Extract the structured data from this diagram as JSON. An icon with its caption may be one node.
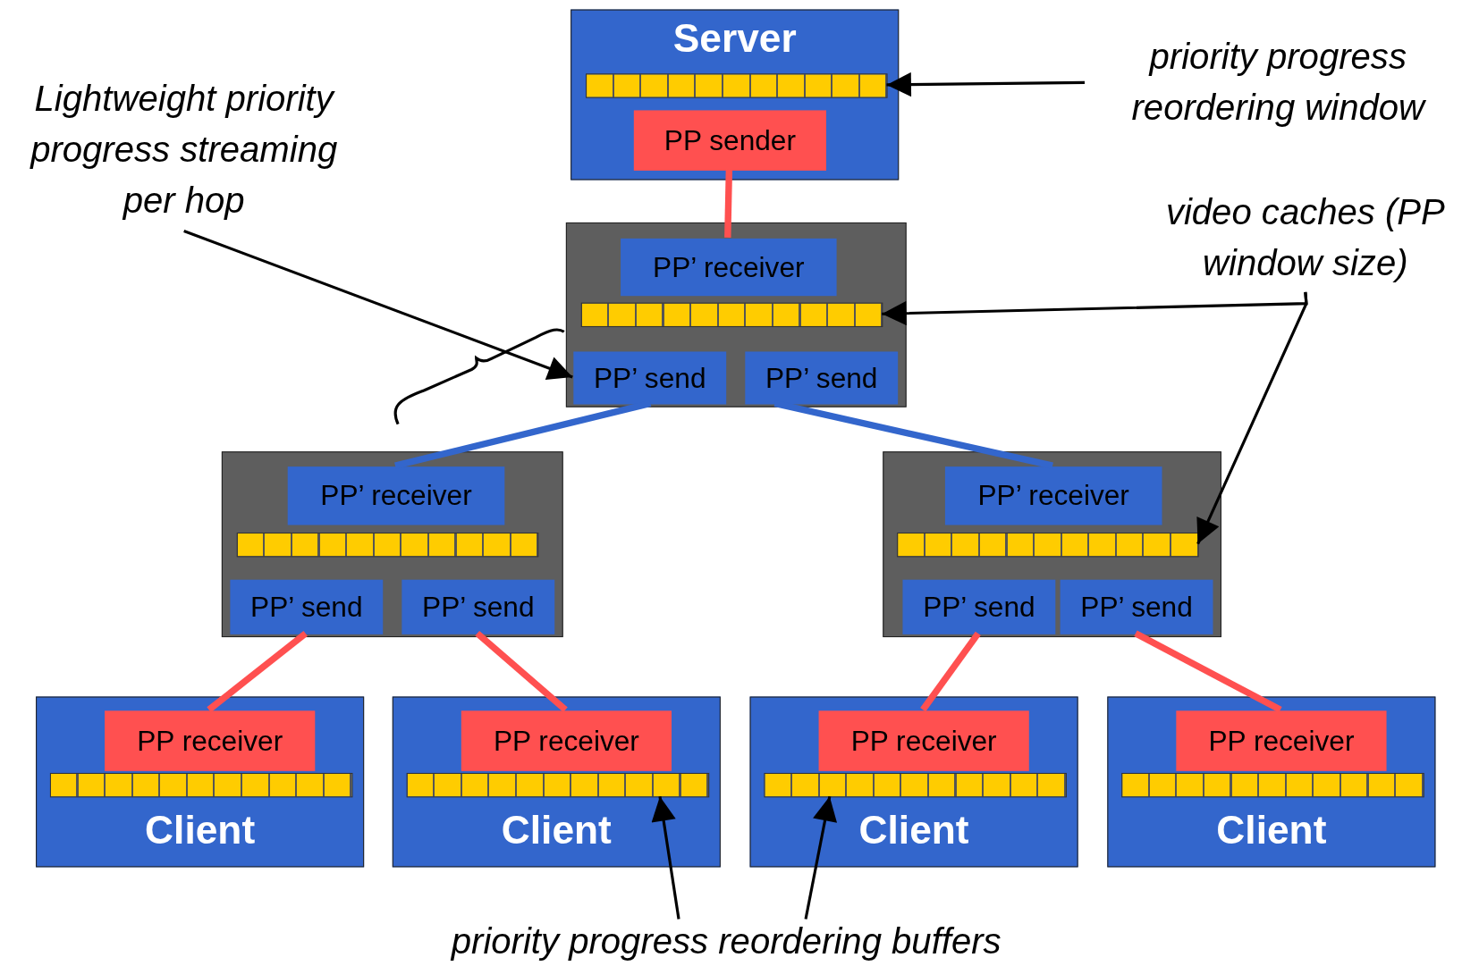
{
  "diagram": {
    "nodes": [
      {
        "text": [
          "Server"
        ]
      },
      {
        "text": [
          "PP sender"
        ],
        "in": 0
      },
      {
        "text": [],
        "shape": "bar",
        "in": 0
      },
      {
        "text": [],
        "shape": "box"
      },
      {
        "text": [
          "PP’ receiver"
        ],
        "in": 3
      },
      {
        "text": [],
        "shape": "bar",
        "in": 3
      },
      {
        "text": [
          "PP’ send"
        ],
        "in": 3
      },
      {
        "text": [
          "PP’ send"
        ],
        "in": 3
      },
      {
        "text": [],
        "shape": "box"
      },
      {
        "text": [
          "PP’ receiver"
        ],
        "in": 8
      },
      {
        "text": [],
        "shape": "bar",
        "in": 8
      },
      {
        "text": [
          "PP’ send"
        ],
        "in": 8
      },
      {
        "text": [
          "PP’ send"
        ],
        "in": 8
      },
      {
        "text": [],
        "shape": "box"
      },
      {
        "text": [
          "PP’ receiver"
        ],
        "in": 13
      },
      {
        "text": [],
        "shape": "bar",
        "in": 13
      },
      {
        "text": [
          "PP’ send"
        ],
        "in": 13
      },
      {
        "text": [
          "PP’ send"
        ],
        "in": 13
      },
      {
        "text": [
          "Client"
        ]
      },
      {
        "text": [
          "PP receiver"
        ],
        "in": 18
      },
      {
        "text": [],
        "shape": "bar",
        "in": 18
      },
      {
        "text": [
          "Client"
        ]
      },
      {
        "text": [
          "PP receiver"
        ],
        "in": 21
      },
      {
        "text": [],
        "shape": "bar",
        "in": 21
      },
      {
        "text": [
          "Client"
        ]
      },
      {
        "text": [
          "PP receiver"
        ],
        "in": 24
      },
      {
        "text": [],
        "shape": "bar",
        "in": 24
      },
      {
        "text": [
          "Client"
        ]
      },
      {
        "text": [
          "PP receiver"
        ],
        "in": 27
      },
      {
        "text": [],
        "shape": "bar",
        "in": 27
      },
      {
        "text": [
          "priority progress reordering window"
        ]
      },
      {
        "text": [
          "Lightweight priority progress streaming per hop"
        ]
      },
      {
        "text": [
          "video caches (PP window size)"
        ]
      },
      {
        "text": [
          "priority progress reordering buffers"
        ]
      }
    ],
    "edges": [
      {
        "from": 1,
        "to": 4,
        "arrow": "none",
        "color": "#ff5050"
      },
      {
        "from": 6,
        "to": 9,
        "arrow": "none",
        "color": "#3366cc"
      },
      {
        "from": 7,
        "to": 14,
        "arrow": "none",
        "color": "#3366cc"
      },
      {
        "from": 11,
        "to": 19,
        "arrow": "none",
        "color": "#ff5050"
      },
      {
        "from": 12,
        "to": 22,
        "arrow": "none",
        "color": "#ff5050"
      },
      {
        "from": 16,
        "to": 25,
        "arrow": "none",
        "color": "#ff5050"
      },
      {
        "from": 17,
        "to": 28,
        "arrow": "none",
        "color": "#ff5050"
      },
      {
        "from": 30,
        "to": 2,
        "arrow": "to"
      },
      {
        "from": 31,
        "to": 6,
        "arrow": "to"
      },
      {
        "from": 32,
        "to": 5,
        "arrow": "to"
      },
      {
        "from": 32,
        "to": 15,
        "arrow": "to"
      },
      {
        "from": 33,
        "to": 23,
        "arrow": "to"
      },
      {
        "from": 33,
        "to": 26,
        "arrow": "to"
      }
    ]
  }
}
